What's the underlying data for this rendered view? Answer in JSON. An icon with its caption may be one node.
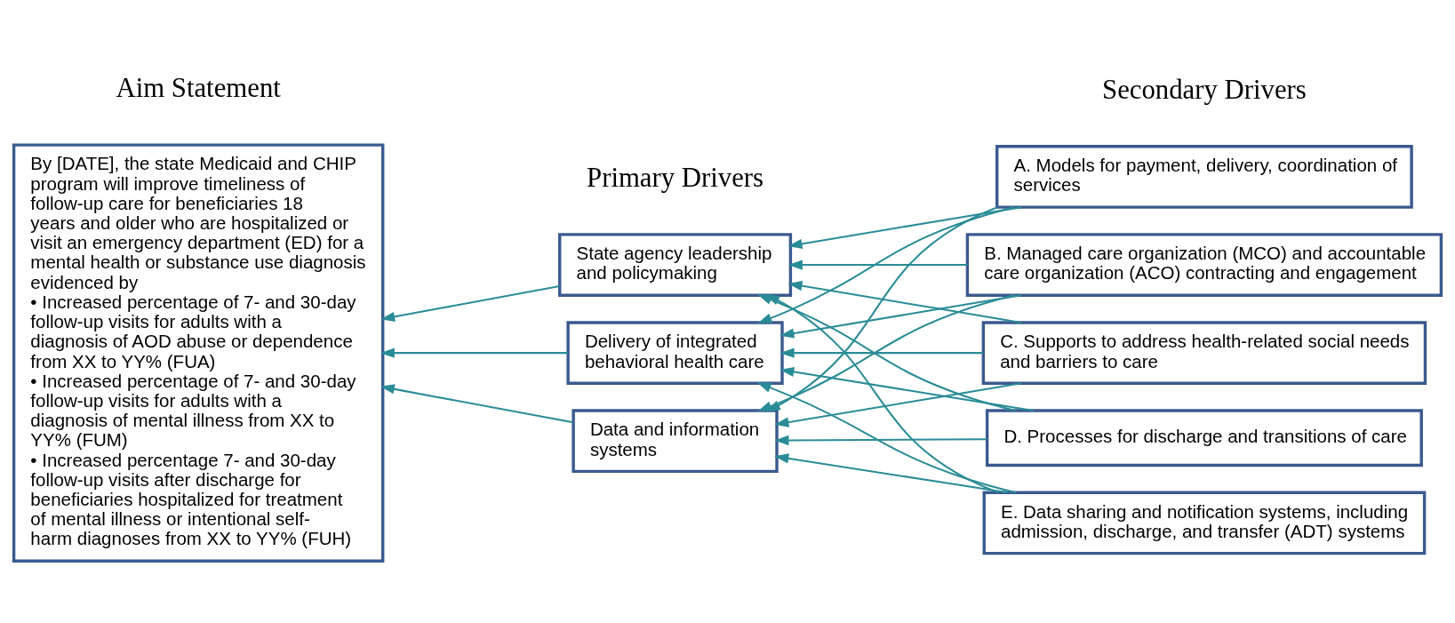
{
  "diagram": {
    "nodes": [
      {
        "text": [
          "By [DATE], the state Medicaid and CHIP program will improve timeliness of follow-up care for beneficiaries 18 years and older who are hospitalized or visit an emergency department (ED) for a mental health or substance use diagnosis evidenced by",
          "• Increased percentage of 7- and 30-day follow-up visits for adults with a diagnosis of AOD abuse or dependence from XX to YY% (FUA)",
          "• Increased percentage of 7- and 30-day follow-up visits for adults with a diagnosis of mental illness from XX to YY% (FUM)",
          "• Increased percentage 7- and 30-day follow-up visits after discharge for beneficiaries hospitalized for treatment of mental illness or intentional self-harm diagnoses from XX to YY% (FUH)"
        ]
      },
      {
        "text": [
          "State agency leadership and policymaking"
        ]
      },
      {
        "text": [
          "Delivery of integrated behavioral health care"
        ]
      },
      {
        "text": [
          "Data and information systems"
        ]
      },
      {
        "text": [
          "A. Models for payment, delivery, coordination of services"
        ]
      },
      {
        "text": [
          "B. Managed care organization (MCO) and accountable care organization (ACO) contracting and engagement"
        ]
      },
      {
        "text": [
          "C. Supports to address health-related social needs and barriers to care"
        ]
      },
      {
        "text": [
          "D. Processes for discharge and transitions of care"
        ]
      },
      {
        "text": [
          "E. Data sharing and notification systems, including admission, discharge, and transfer (ADT) systems"
        ]
      }
    ],
    "edges": [
      {
        "from": 1,
        "to": 0,
        "arrow": "to"
      },
      {
        "from": 2,
        "to": 0,
        "arrow": "to"
      },
      {
        "from": 3,
        "to": 0,
        "arrow": "to"
      },
      {
        "from": 4,
        "to": 1,
        "arrow": "to"
      },
      {
        "from": 4,
        "to": 2,
        "arrow": "to"
      },
      {
        "from": 4,
        "to": 3,
        "arrow": "to"
      },
      {
        "from": 5,
        "to": 1,
        "arrow": "to"
      },
      {
        "from": 5,
        "to": 2,
        "arrow": "to"
      },
      {
        "from": 5,
        "to": 3,
        "arrow": "to"
      },
      {
        "from": 6,
        "to": 1,
        "arrow": "to"
      },
      {
        "from": 6,
        "to": 2,
        "arrow": "to"
      },
      {
        "from": 6,
        "to": 3,
        "arrow": "to"
      },
      {
        "from": 7,
        "to": 1,
        "arrow": "to"
      },
      {
        "from": 7,
        "to": 2,
        "arrow": "to"
      },
      {
        "from": 7,
        "to": 3,
        "arrow": "to"
      },
      {
        "from": 8,
        "to": 1,
        "arrow": "to"
      },
      {
        "from": 8,
        "to": 2,
        "arrow": "to"
      },
      {
        "from": 8,
        "to": 3,
        "arrow": "to"
      }
    ],
    "labels": [
      "Aim Statement",
      "Primary Drivers",
      "Secondary Drivers"
    ]
  }
}
